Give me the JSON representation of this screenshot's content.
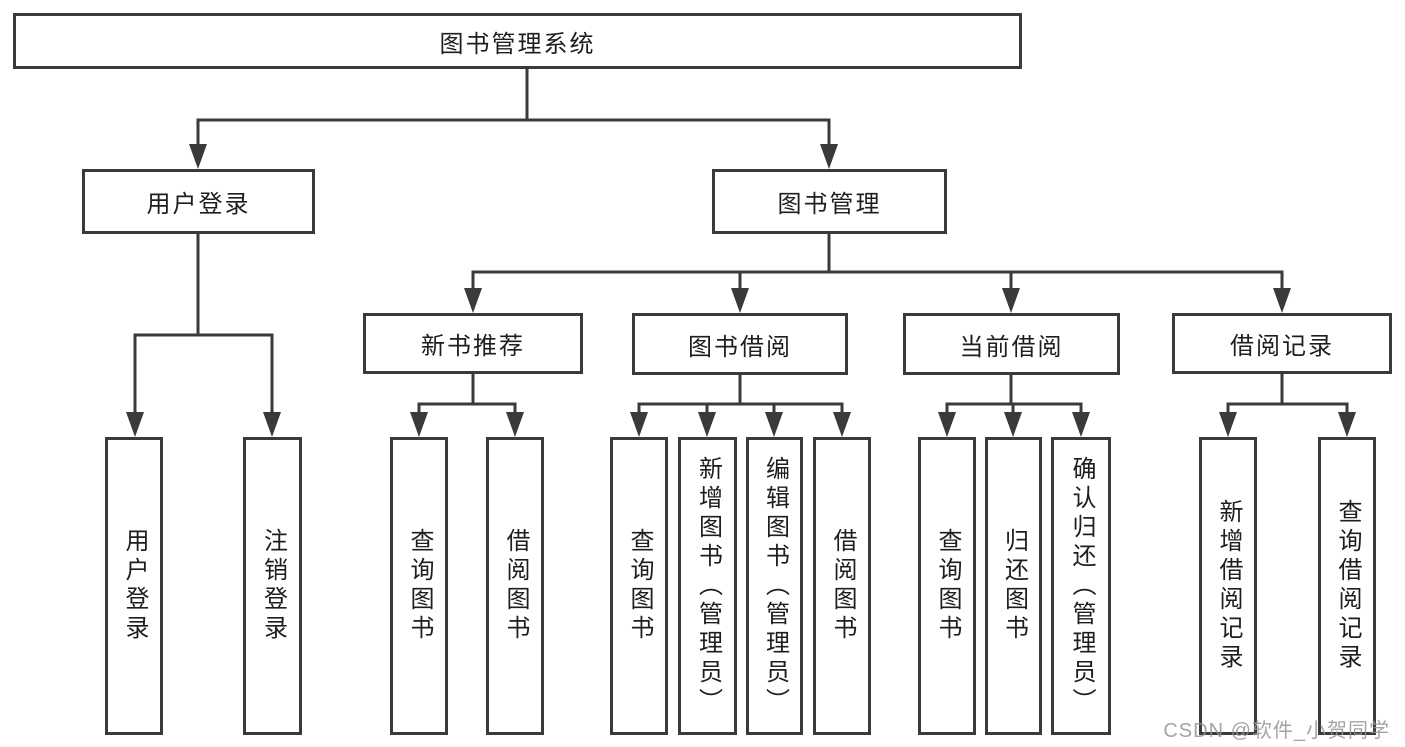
{
  "diagram": {
    "title": "图书管理系统",
    "root": {
      "label": "图书管理系统"
    },
    "modules": {
      "user_login": {
        "label": "用户登录"
      },
      "book_management": {
        "label": "图书管理"
      }
    },
    "user_login_children": [
      {
        "label": "用户登录"
      },
      {
        "label": "注销登录"
      }
    ],
    "book_management_children": [
      {
        "label": "新书推荐"
      },
      {
        "label": "图书借阅"
      },
      {
        "label": "当前借阅"
      },
      {
        "label": "借阅记录"
      }
    ],
    "new_book_children": [
      {
        "label": "查询图书"
      },
      {
        "label": "借阅图书"
      }
    ],
    "book_borrow_children": [
      {
        "label": "查询图书"
      },
      {
        "label": "新增图书（管理员）"
      },
      {
        "label": "编辑图书（管理员）"
      },
      {
        "label": "借阅图书"
      }
    ],
    "current_borrow_children": [
      {
        "label": "查询图书"
      },
      {
        "label": "归还图书"
      },
      {
        "label": "确认归还（管理员）"
      }
    ],
    "borrow_record_children": [
      {
        "label": "新增借阅记录"
      },
      {
        "label": "查询借阅记录"
      }
    ]
  },
  "watermark": "CSDN @软件_小贺同学",
  "colors": {
    "line": "#3a3a3a",
    "text": "#1e1e1e",
    "watermark": "#949494",
    "background": "#ffffff"
  }
}
